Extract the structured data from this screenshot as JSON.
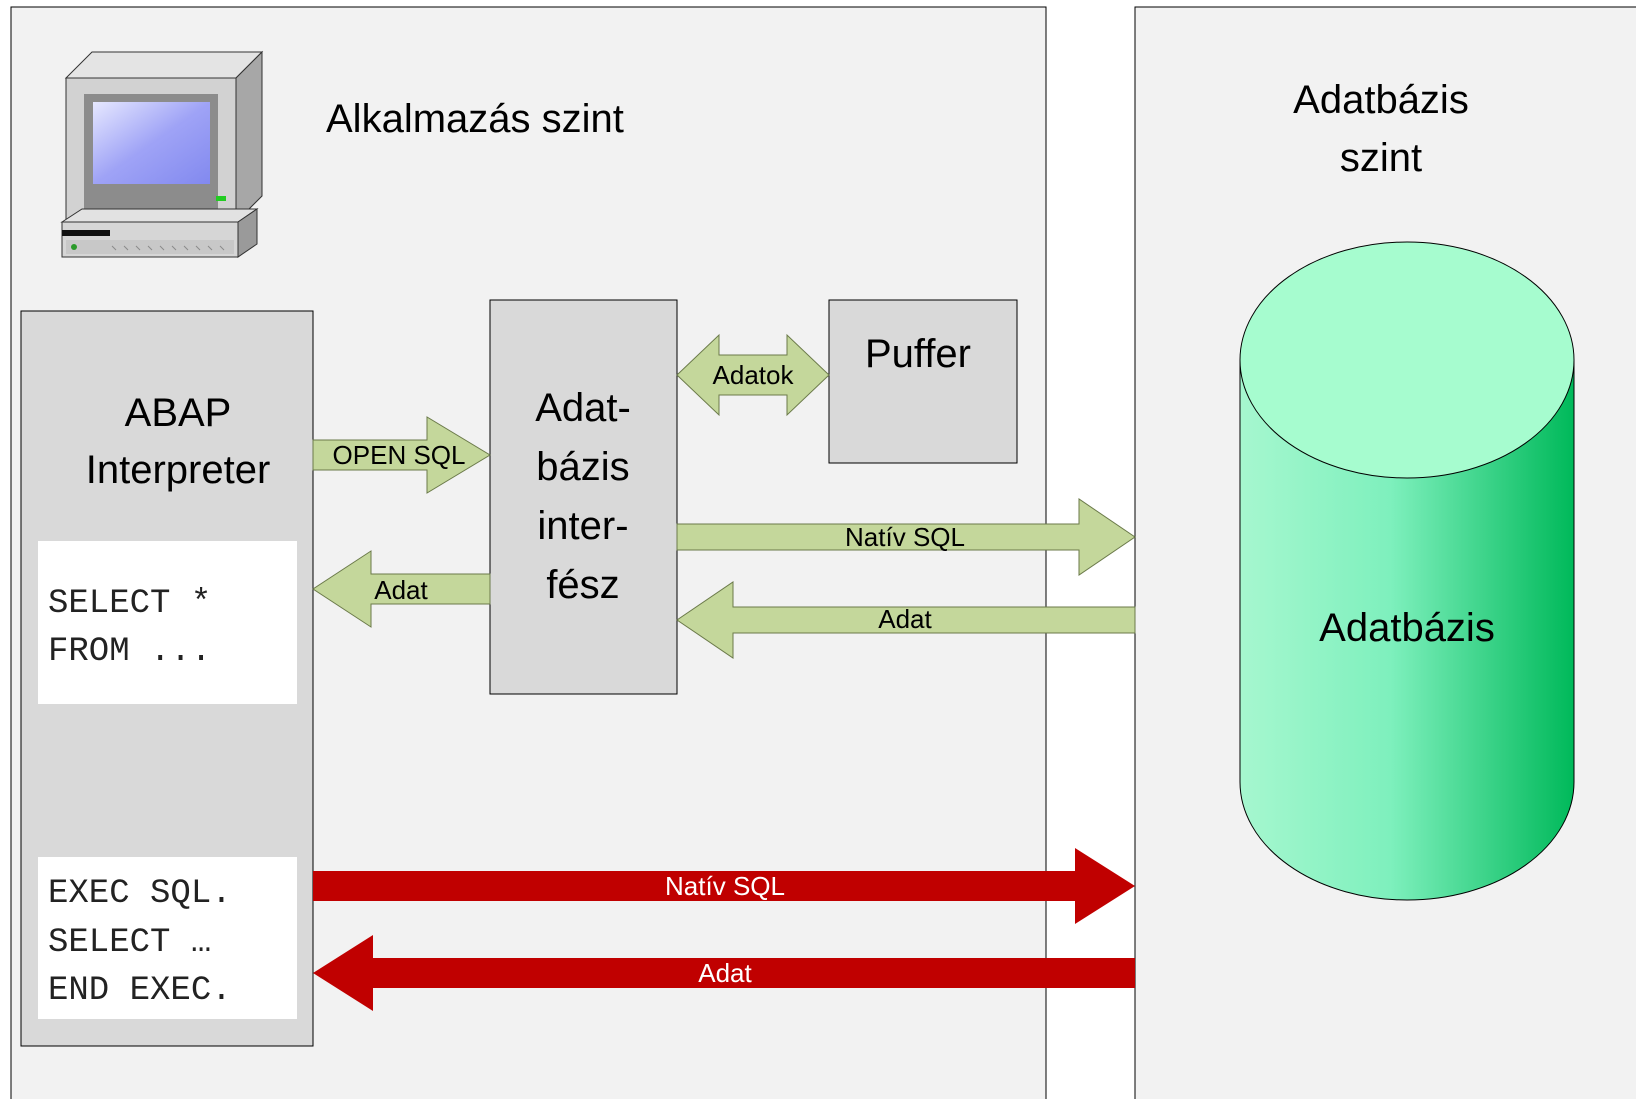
{
  "app_tier": {
    "title": "Alkalmazás szint"
  },
  "db_tier": {
    "title_line1": "Adatbázis",
    "title_line2": "szint"
  },
  "abap_interpreter": {
    "line1": "ABAP",
    "line2": "Interpreter"
  },
  "open_sql_code": {
    "line1": "SELECT *",
    "line2": "FROM ..."
  },
  "native_sql_code": {
    "line1": "EXEC SQL.",
    "line2": "SELECT …",
    "line3": "END EXEC."
  },
  "db_interface": {
    "line1": "Adat-",
    "line2": "bázis",
    "line3": "inter-",
    "line4": "fész"
  },
  "buffer": {
    "label": "Puffer"
  },
  "database": {
    "label": "Adatbázis"
  },
  "arrows": {
    "open_sql": "OPEN SQL",
    "buffer_data": "Adatok",
    "interface_to_abap_data": "Adat",
    "native_sql_green": "Natív SQL",
    "db_to_interface_data": "Adat",
    "native_sql_red": "Natív SQL",
    "db_to_abap_data_red": "Adat"
  },
  "colors": {
    "tier_bg": "#f2f2f2",
    "box_bg": "#d9d9d9",
    "green_arrow": "#c4d79b",
    "red_arrow": "#c00000",
    "db_top": "#a6f7cf",
    "db_body_dark": "#00b050"
  }
}
